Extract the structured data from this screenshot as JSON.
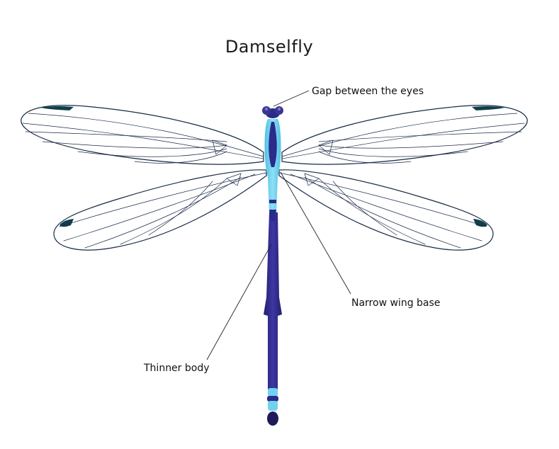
{
  "diagram": {
    "title": "Damselfly",
    "labels": {
      "eyes": "Gap between the eyes",
      "wing_base": "Narrow wing base",
      "body": "Thinner body"
    }
  },
  "colors": {
    "wing_fill": "#cfe3f7",
    "wing_tip": "#ffffff",
    "wing_vein": "#1c2c4a",
    "wing_stigma": "#0f3f4a",
    "thorax_light": "#6fd2ee",
    "thorax_dark": "#2a2b8a",
    "abdomen": "#2f2a8c",
    "eye": "#3a3690"
  }
}
